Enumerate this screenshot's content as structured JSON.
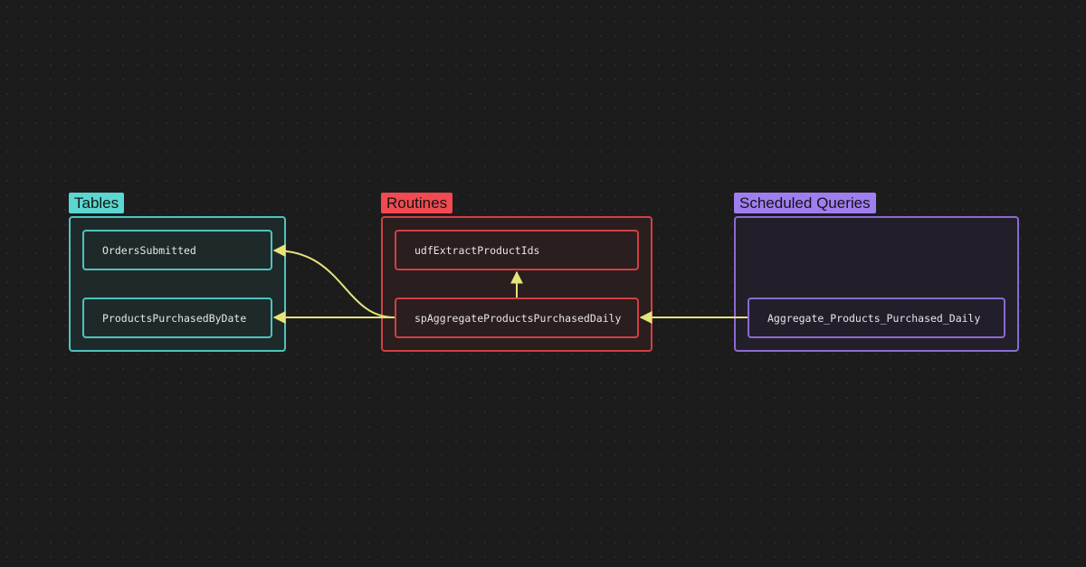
{
  "colors": {
    "tables": "#4fc3bd",
    "tables_label_bg": "#5bd6d0",
    "tables_fill": "#1e2a2a",
    "routines": "#d23f44",
    "routines_label_bg": "#f24a50",
    "routines_fill": "#2a1e1e",
    "scheduled": "#8a6bd0",
    "scheduled_label_bg": "#a07ef0",
    "scheduled_fill": "#221f2b",
    "edge": "#e6e37a"
  },
  "groups": {
    "tables": {
      "label": "Tables",
      "nodes": [
        "OrdersSubmitted",
        "ProductsPurchasedByDate"
      ]
    },
    "routines": {
      "label": "Routines",
      "nodes": [
        "udfExtractProductIds",
        "spAggregateProductsPurchasedDaily"
      ]
    },
    "scheduled_queries": {
      "label": "Scheduled Queries",
      "nodes": [
        "Aggregate_Products_Purchased_Daily"
      ]
    }
  },
  "edges": [
    {
      "from": "spAggregateProductsPurchasedDaily",
      "to": "OrdersSubmitted"
    },
    {
      "from": "spAggregateProductsPurchasedDaily",
      "to": "ProductsPurchasedByDate"
    },
    {
      "from": "spAggregateProductsPurchasedDaily",
      "to": "udfExtractProductIds"
    },
    {
      "from": "Aggregate_Products_Purchased_Daily",
      "to": "spAggregateProductsPurchasedDaily"
    }
  ]
}
